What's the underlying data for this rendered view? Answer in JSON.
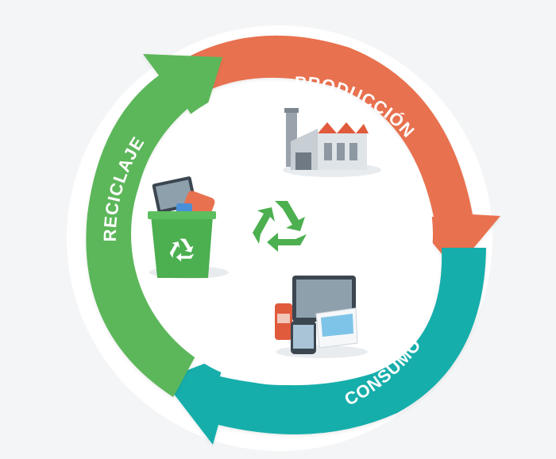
{
  "diagram": {
    "stages": [
      {
        "id": "produccion",
        "label": "PRODUCCIÓN",
        "color": "#e8714f"
      },
      {
        "id": "consumo",
        "label": "CONSUMO",
        "color": "#17aeab"
      },
      {
        "id": "reciclaje",
        "label": "RECICLAJE",
        "color": "#5bb75a"
      }
    ],
    "center_icon": "recycle-icon",
    "icons": {
      "produccion": "factory-icon",
      "consumo": "devices-icon",
      "reciclaje": "recycle-bin-icon"
    },
    "colors": {
      "background": "#f4f5f6",
      "inner_circle": "#ffffff",
      "recycle_symbol": "#4caf50"
    }
  }
}
